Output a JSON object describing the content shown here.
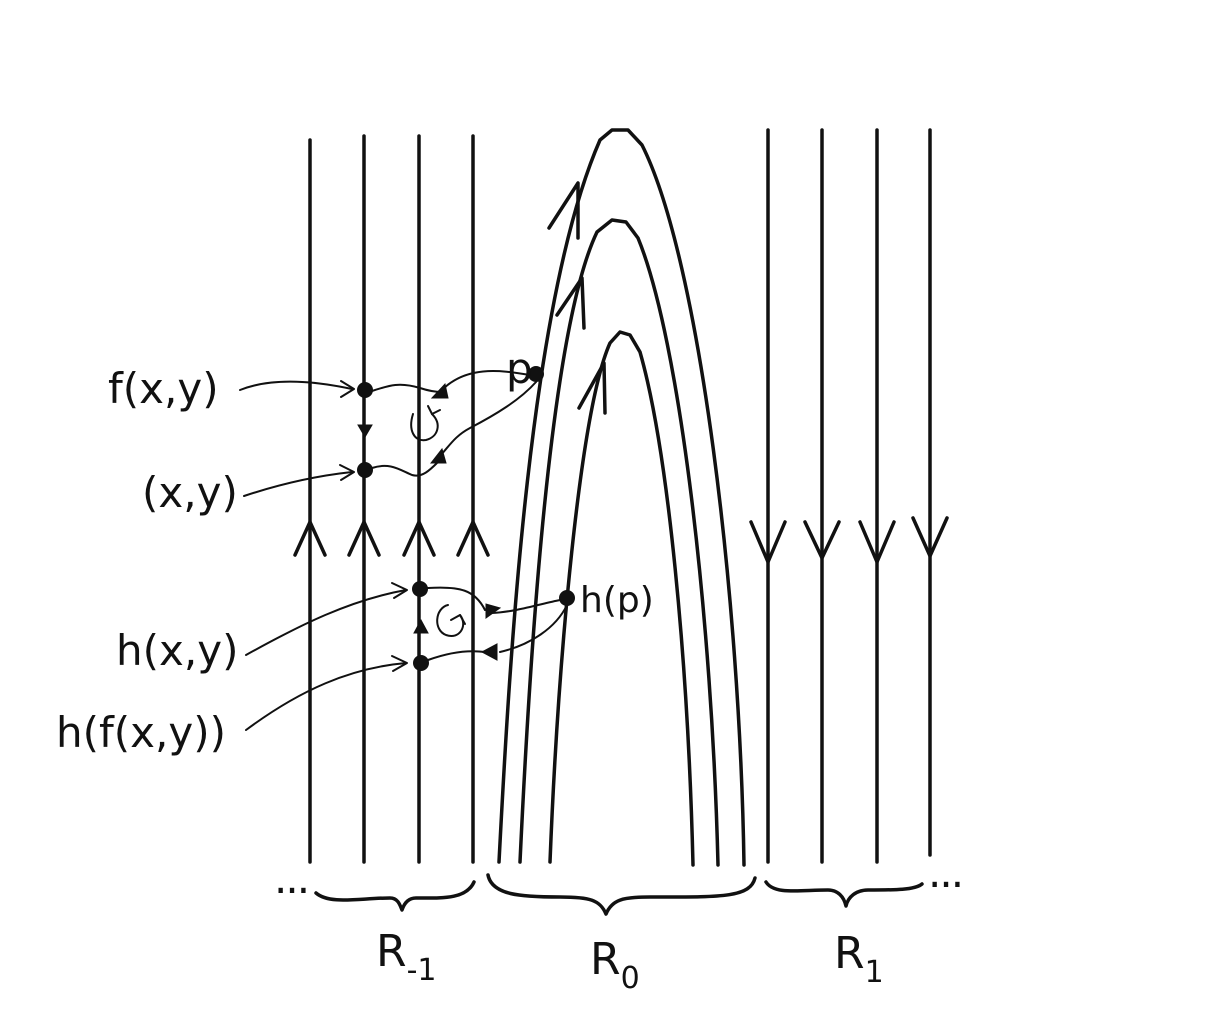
{
  "labels": {
    "f_xy": "f(x,y)",
    "xy": "(x,y)",
    "h_xy": "h(x,y)",
    "h_f_xy": "h(f(x,y))",
    "p": "p",
    "h_p": "h(p)"
  },
  "regions": {
    "r_minus_1": {
      "base": "R",
      "sub": "-1"
    },
    "r_0": {
      "base": "R",
      "sub": "0"
    },
    "r_1": {
      "base": "R",
      "sub": "1"
    }
  },
  "ellipsis_left": "...",
  "ellipsis_right": "...",
  "colors": {
    "ink": "#111111",
    "background": "#ffffff"
  }
}
